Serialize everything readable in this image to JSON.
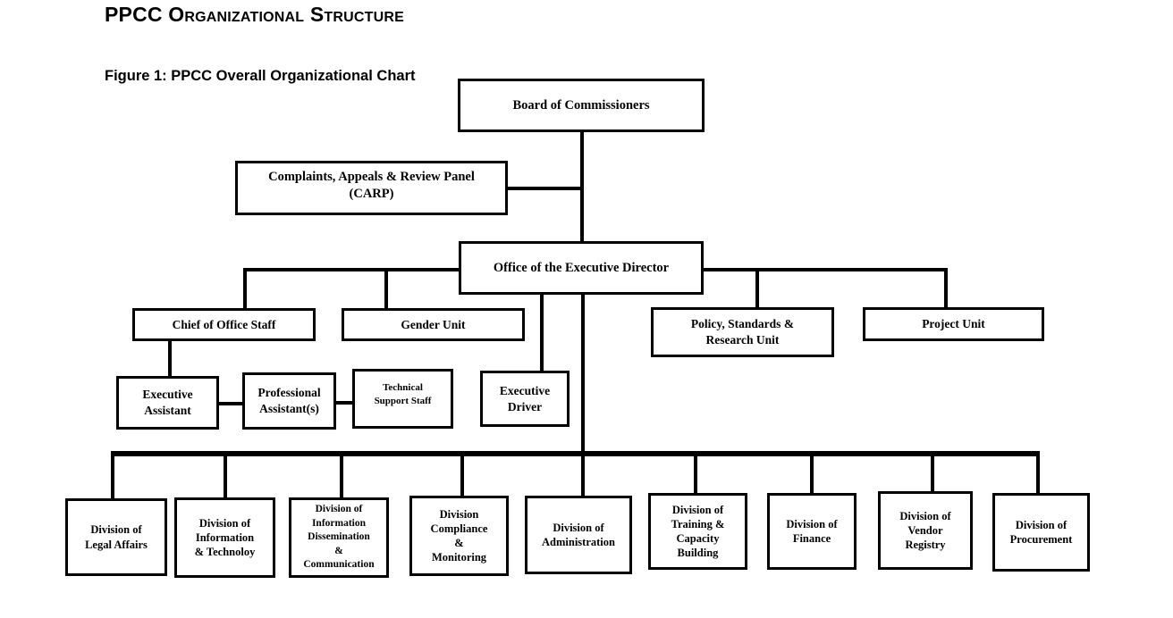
{
  "page": {
    "title": "PPCC Organizational Structure",
    "figure_caption": "Figure 1: PPCC Overall Organizational Chart"
  },
  "colors": {
    "background": "#ffffff",
    "box_fill": "#ffffff",
    "box_border": "#000000",
    "line": "#000000",
    "text": "#000000"
  },
  "nodes": {
    "board": {
      "label": "Board of Commissioners"
    },
    "carp": {
      "label": "Complaints, Appeals & Review Panel\n(CARP)"
    },
    "oed": {
      "label": "Office of the Executive Director"
    },
    "chief": {
      "label": "Chief of Office Staff"
    },
    "gender": {
      "label": "Gender Unit"
    },
    "policy": {
      "label": "Policy, Standards &\nResearch Unit"
    },
    "project": {
      "label": "Project Unit"
    },
    "exec_assistant": {
      "label": "Executive\nAssistant"
    },
    "prof_assistant": {
      "label": "Professional\nAssistant(s)"
    },
    "tech_support": {
      "label": "Technical\nSupport Staff"
    },
    "exec_driver": {
      "label": "Executive\nDriver"
    },
    "legal": {
      "label": "Division of\nLegal Affairs"
    },
    "info_tech": {
      "label": "Division of\nInformation\n& Technoloy"
    },
    "info_dissem": {
      "label": "Division of\nInformation\nDissemination\n&\nCommunication"
    },
    "compliance": {
      "label": "Division\nCompliance\n&\nMonitoring"
    },
    "administration": {
      "label": "Division of\nAdministration"
    },
    "training": {
      "label": "Division of\nTraining &\nCapacity\nBuilding"
    },
    "finance": {
      "label": "Division of\nFinance"
    },
    "vendor": {
      "label": "Division of\nVendor\nRegistry"
    },
    "procurement": {
      "label": "Division of\nProcurement"
    }
  },
  "edges": [
    {
      "from": "board",
      "to": "carp"
    },
    {
      "from": "board",
      "to": "oed"
    },
    {
      "from": "oed",
      "to": "chief"
    },
    {
      "from": "oed",
      "to": "gender"
    },
    {
      "from": "oed",
      "to": "policy"
    },
    {
      "from": "oed",
      "to": "project"
    },
    {
      "from": "chief",
      "to": "exec_assistant"
    },
    {
      "from": "exec_assistant",
      "to": "prof_assistant"
    },
    {
      "from": "prof_assistant",
      "to": "tech_support"
    },
    {
      "from": "oed",
      "to": "exec_driver"
    },
    {
      "from": "oed",
      "to": "legal"
    },
    {
      "from": "oed",
      "to": "info_tech"
    },
    {
      "from": "oed",
      "to": "info_dissem"
    },
    {
      "from": "oed",
      "to": "compliance"
    },
    {
      "from": "oed",
      "to": "administration"
    },
    {
      "from": "oed",
      "to": "training"
    },
    {
      "from": "oed",
      "to": "finance"
    },
    {
      "from": "oed",
      "to": "vendor"
    },
    {
      "from": "oed",
      "to": "procurement"
    }
  ]
}
